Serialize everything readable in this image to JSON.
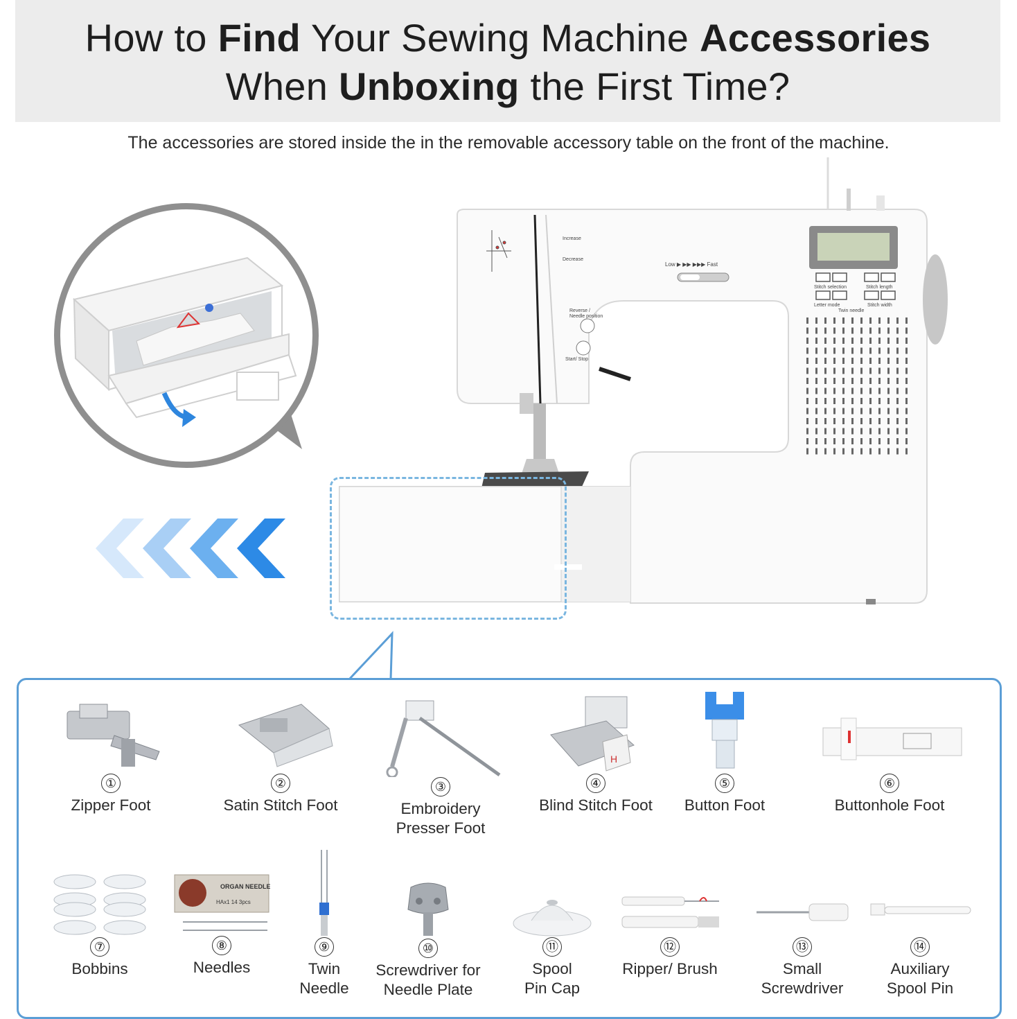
{
  "header": {
    "title_line1": [
      {
        "text": "How to ",
        "bold": false
      },
      {
        "text": "Find",
        "bold": true
      },
      {
        "text": " Your Sewing Machine ",
        "bold": false
      },
      {
        "text": "Accessories",
        "bold": true
      }
    ],
    "title_line2": [
      {
        "text": "When ",
        "bold": false
      },
      {
        "text": "Unboxing",
        "bold": true
      },
      {
        "text": " the First Time?",
        "bold": false
      }
    ]
  },
  "subtitle": "The accessories are stored inside the in the removable accessory table on the front of the machine.",
  "machine": {
    "labels": {
      "increase": "Increase",
      "decrease": "Decrease",
      "speed": "Low  ▶   ▶▶   ▶▶▶ Fast",
      "reverse": "Reverse /",
      "needle_position": "Needle position",
      "start_stop": "Start/ Stop",
      "stitch_selection": "Stitch selection",
      "stitch_length": "Stitch length",
      "letter_mode": "Letter mode",
      "twin_needle": "Twin needle",
      "stitch_width": "Stitch width"
    }
  },
  "accessories": [
    {
      "number": "①",
      "label": "Zipper Foot"
    },
    {
      "number": "②",
      "label": "Satin Stitch Foot"
    },
    {
      "number": "③",
      "label": "Embroidery\nPresser Foot"
    },
    {
      "number": "④",
      "label": "Blind Stitch Foot"
    },
    {
      "number": "⑤",
      "label": "Button Foot"
    },
    {
      "number": "⑥",
      "label": "Buttonhole Foot"
    },
    {
      "number": "⑦",
      "label": "Bobbins"
    },
    {
      "number": "⑧",
      "label": "Needles"
    },
    {
      "number": "⑨",
      "label": "Twin\nNeedle"
    },
    {
      "number": "⑩",
      "label": "Screwdriver for\nNeedle Plate"
    },
    {
      "number": "⑪",
      "label": "Spool\nPin Cap"
    },
    {
      "number": "⑫",
      "label": "Ripper/ Brush"
    },
    {
      "number": "⑬",
      "label": "Small\nScrewdriver"
    },
    {
      "number": "⑭",
      "label": "Auxiliary\nSpool Pin"
    }
  ],
  "needle_pack": {
    "brand": "ORGAN\nNEEDLES",
    "spec": "HAx1 14 3pcs"
  },
  "colors": {
    "accent_blue": "#4a90d9",
    "panel_border": "#5b9ed6",
    "header_bg": "#ececec",
    "circle_border": "#8f8f8f"
  }
}
